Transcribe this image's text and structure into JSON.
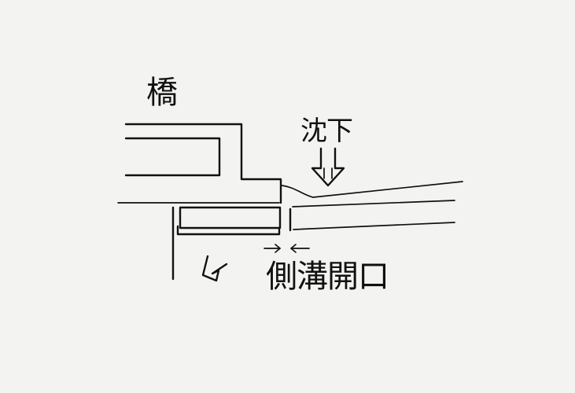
{
  "labels": {
    "bridge": "橋",
    "subsidence": "沈下",
    "gutter_opening": "側溝開口"
  }
}
